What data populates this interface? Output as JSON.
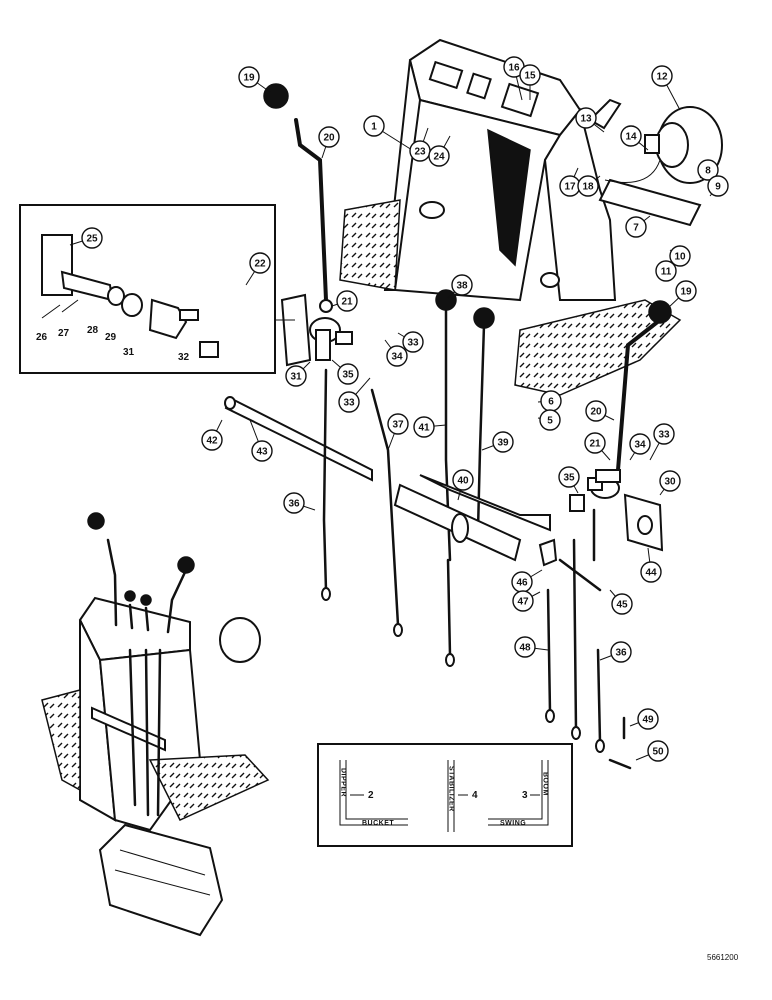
{
  "callouts": [
    {
      "id": "19a",
      "label": "19"
    },
    {
      "id": "20a",
      "label": "20"
    },
    {
      "id": "1",
      "label": "1"
    },
    {
      "id": "23",
      "label": "23"
    },
    {
      "id": "24",
      "label": "24"
    },
    {
      "id": "16",
      "label": "16"
    },
    {
      "id": "15",
      "label": "15"
    },
    {
      "id": "12",
      "label": "12"
    },
    {
      "id": "13",
      "label": "13"
    },
    {
      "id": "14",
      "label": "14"
    },
    {
      "id": "17",
      "label": "17"
    },
    {
      "id": "18",
      "label": "18"
    },
    {
      "id": "8",
      "label": "8"
    },
    {
      "id": "9",
      "label": "9"
    },
    {
      "id": "7",
      "label": "7"
    },
    {
      "id": "10",
      "label": "10"
    },
    {
      "id": "11",
      "label": "11"
    },
    {
      "id": "25",
      "label": "25"
    },
    {
      "id": "22",
      "label": "22"
    },
    {
      "id": "21a",
      "label": "21"
    },
    {
      "id": "38",
      "label": "38"
    },
    {
      "id": "19b",
      "label": "19"
    },
    {
      "id": "34a",
      "label": "34"
    },
    {
      "id": "33a",
      "label": "33"
    },
    {
      "id": "35a",
      "label": "35"
    },
    {
      "id": "31b",
      "label": "31"
    },
    {
      "id": "33b",
      "label": "33"
    },
    {
      "id": "6",
      "label": "6"
    },
    {
      "id": "5",
      "label": "5"
    },
    {
      "id": "20b",
      "label": "20"
    },
    {
      "id": "42",
      "label": "42"
    },
    {
      "id": "43",
      "label": "43"
    },
    {
      "id": "37",
      "label": "37"
    },
    {
      "id": "41",
      "label": "41"
    },
    {
      "id": "39",
      "label": "39"
    },
    {
      "id": "21b",
      "label": "21"
    },
    {
      "id": "33c",
      "label": "33"
    },
    {
      "id": "34b",
      "label": "34"
    },
    {
      "id": "35b",
      "label": "35"
    },
    {
      "id": "30",
      "label": "30"
    },
    {
      "id": "40",
      "label": "40"
    },
    {
      "id": "36a",
      "label": "36"
    },
    {
      "id": "44",
      "label": "44"
    },
    {
      "id": "46",
      "label": "46"
    },
    {
      "id": "47",
      "label": "47"
    },
    {
      "id": "45",
      "label": "45"
    },
    {
      "id": "48",
      "label": "48"
    },
    {
      "id": "36b",
      "label": "36"
    },
    {
      "id": "49",
      "label": "49"
    },
    {
      "id": "50",
      "label": "50"
    }
  ],
  "inset_labels": [
    "26",
    "27",
    "28",
    "29",
    "31",
    "32"
  ],
  "decal": {
    "panel_left": {
      "vertical": "DIPPER",
      "horizontal": "BUCKET",
      "number": "2"
    },
    "panel_middle": {
      "vertical": "STABILIZER",
      "number": "4"
    },
    "panel_right": {
      "vertical": "BOOM",
      "horizontal": "SWING",
      "number": "3"
    }
  },
  "drawing_number": "5661200"
}
